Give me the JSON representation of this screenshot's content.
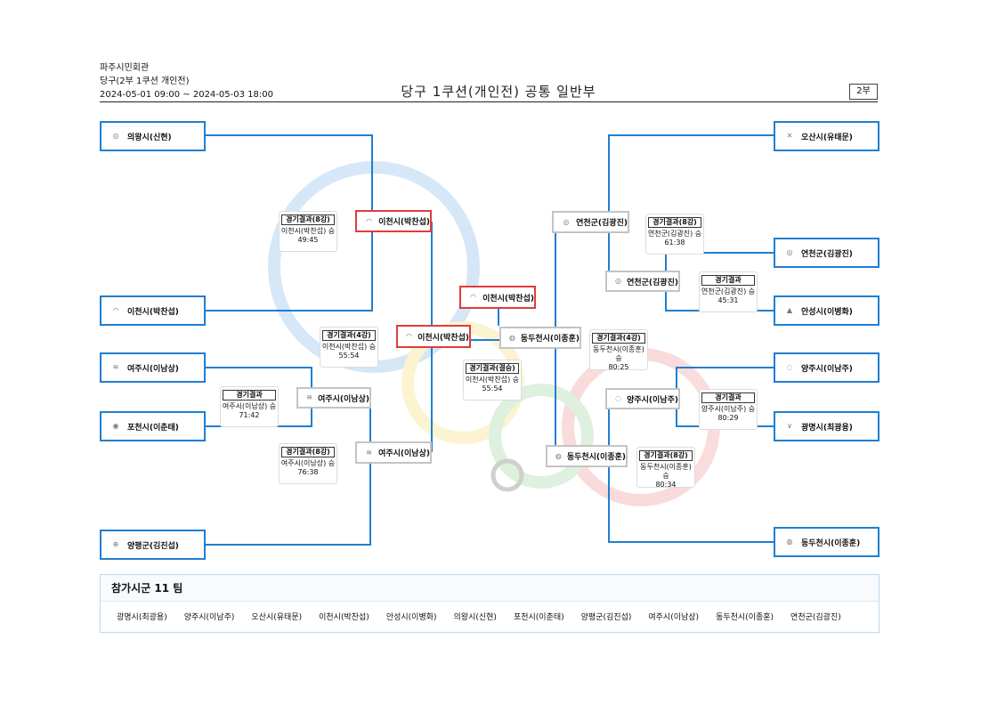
{
  "header": {
    "venue": "파주시민회관",
    "event": "당구(2부 1쿠션 개인전)",
    "period": "2024-05-01 09:00 ~ 2024-05-03 18:00",
    "title": "당구 1쿠션(개인전) 공통 일반부",
    "division": "2부"
  },
  "colors": {
    "bracket_line": "#1e7fd2",
    "winner_border": "#e23b3b",
    "inactive_border": "#c4c4c4"
  },
  "bracket": {
    "r1": {
      "uijeongbu": "의왕시(신현)",
      "icheon": "이천시(박찬섭)",
      "yeoju": "여주시(이남상)",
      "pocheon": "포천시(이춘태)",
      "yangpyeong": "양평군(김진섭)",
      "osan": "오산시(유태문)",
      "yeoncheon": "연천군(김광진)",
      "anseong": "안성시(이병화)",
      "yangju": "양주시(이남주)",
      "gwangmyeong": "광명시(최광용)",
      "dongducheon": "동두천시(이종훈)"
    },
    "r2": {
      "icheon": "이천시(박찬섭)",
      "yeoju_a": "여주시(이남상)",
      "yeoju_b": "여주시(이남상)",
      "yeoncheon_a": "연천군(김광진)",
      "yeoncheon_b": "연천군(김광진)",
      "yangju": "양주시(이남주)",
      "dongducheon": "동두천시(이종훈)"
    },
    "semi": {
      "icheon": "이천시(박찬섭)",
      "dongducheon": "동두천시(이종훈)"
    },
    "champion": "이천시(박찬섭)"
  },
  "results": {
    "r8_left_top": {
      "label": "경기결과(8강)",
      "winner": "이천시(박찬섭) 승",
      "score": "49:45"
    },
    "r4_left": {
      "label": "경기결과(4강)",
      "winner": "이천시(박찬섭) 승",
      "score": "55:54"
    },
    "r16_left": {
      "label": "경기결과",
      "winner": "여주시(이남상) 승",
      "score": "71:42"
    },
    "r8_left_bottom": {
      "label": "경기결과(8강)",
      "winner": "여주시(이남상) 승",
      "score": "76:38"
    },
    "final": {
      "label": "경기결과(결승)",
      "winner": "이천시(박찬섭) 승",
      "score": "55:54"
    },
    "r8_right_top": {
      "label": "경기결과(8강)",
      "winner": "연천군(김광진) 승",
      "score": "61:38"
    },
    "r16_right_top": {
      "label": "경기결과",
      "winner": "연천군(김광진) 승",
      "score": "45:31"
    },
    "r4_right": {
      "label": "경기결과(4강)",
      "winner": "동두천시(이종훈) 승",
      "score": "80:25"
    },
    "r16_right_bottom": {
      "label": "경기결과",
      "winner": "양주시(이남주) 승",
      "score": "80:29"
    },
    "r8_right_bottom": {
      "label": "경기결과(8강)",
      "winner": "동두천시(이종훈) 승",
      "score": "80:34"
    }
  },
  "participants": {
    "heading": "참가시군 11 팀",
    "list": [
      "광명시(최광용)",
      "양주시(이남주)",
      "오산시(유태문)",
      "이천시(박찬섭)",
      "안성시(이병화)",
      "의왕시(신현)",
      "포천시(이춘태)",
      "양평군(김진섭)",
      "여주시(이남상)",
      "동두천시(이종훈)",
      "연천군(김광진)"
    ]
  }
}
